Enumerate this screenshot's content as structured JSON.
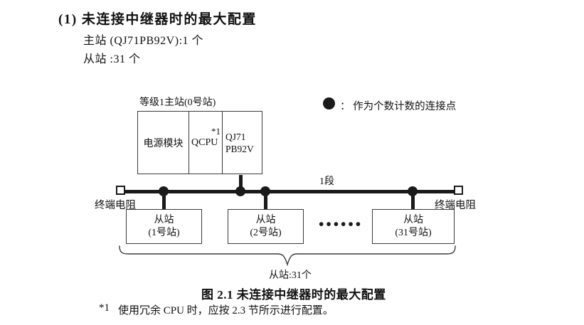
{
  "document": {
    "heading": "(1) 未连接中继器时的最大配置",
    "master_line": "主站 (QJ71PB92V):1 个",
    "slave_line": "从站 :31 个",
    "figure_caption": "图 2.1 未连接中继器时的最大配置",
    "footnote": {
      "marker": "*1",
      "text": "使用冗余 CPU 时，应按 2.3 节所示进行配置。"
    }
  },
  "diagram": {
    "master_station_label": "等级1主站(0号站)",
    "master_module": {
      "power_module": "电源模块",
      "cpu": "QCPU",
      "cpu_footnote_ref": "*1",
      "network_module_line1": "QJ71",
      "network_module_line2": "PB92V"
    },
    "legend": {
      "symbol": "connection-point-dot",
      "text": "：  作为个数计数的连接点"
    },
    "segment_label": "1段",
    "left_terminator_label": "终端电阻",
    "right_terminator_label": "终端电阻",
    "slave_stations": [
      {
        "name": "从站",
        "number": "(1号站)"
      },
      {
        "name": "从站",
        "number": "(2号站)"
      },
      {
        "name": "从站",
        "number": "(31号站)"
      }
    ],
    "ellipsis": "••••••",
    "slave_count_label": "从站:31个",
    "colors": {
      "line": "#1a1a1a",
      "box_border": "#3a3a3a",
      "text": "#111111"
    }
  }
}
